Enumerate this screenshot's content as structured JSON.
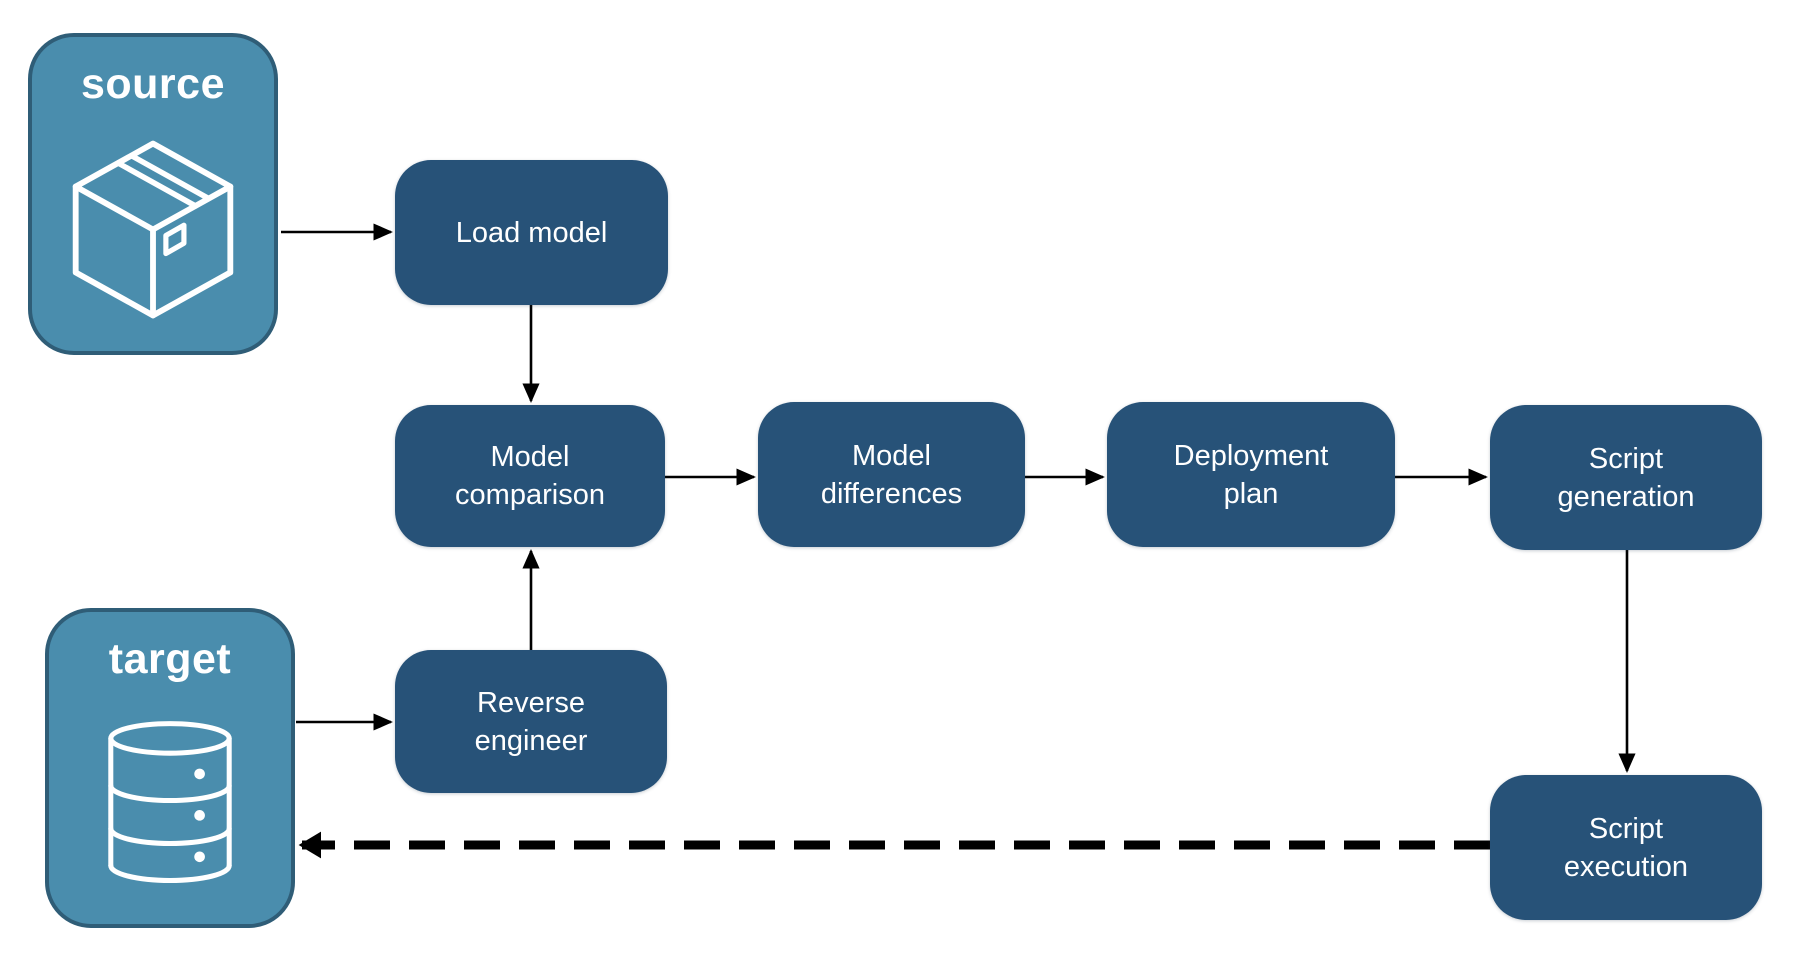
{
  "diagram": {
    "endpoints": {
      "source": {
        "label": "source",
        "icon": "package-icon"
      },
      "target": {
        "label": "target",
        "icon": "database-icon"
      }
    },
    "nodes": [
      {
        "label": "Load model"
      },
      {
        "label": "Model comparison"
      },
      {
        "label": "Model differences"
      },
      {
        "label": "Deployment plan"
      },
      {
        "label": "Script generation"
      },
      {
        "label": "Reverse engineer"
      },
      {
        "label": "Script execution"
      }
    ],
    "edges": [
      {
        "from": "source",
        "to": "Load model",
        "style": "solid"
      },
      {
        "from": "Load model",
        "to": "Model comparison",
        "style": "solid"
      },
      {
        "from": "Model comparison",
        "to": "Model differences",
        "style": "solid"
      },
      {
        "from": "Model differences",
        "to": "Deployment plan",
        "style": "solid"
      },
      {
        "from": "Deployment plan",
        "to": "Script generation",
        "style": "solid"
      },
      {
        "from": "Script generation",
        "to": "Script execution",
        "style": "solid"
      },
      {
        "from": "target",
        "to": "Reverse engineer",
        "style": "solid"
      },
      {
        "from": "Reverse engineer",
        "to": "Model comparison",
        "style": "solid"
      },
      {
        "from": "Script execution",
        "to": "target",
        "style": "dashed"
      }
    ],
    "colors": {
      "node_fill": "#275278",
      "node_text": "#FFFFFF",
      "endpoint_fill": "#4A8DAD",
      "endpoint_border": "#2F5D77",
      "endpoint_text": "#FFFFFF",
      "edge": "#000000",
      "background": "#FFFFFF"
    }
  }
}
